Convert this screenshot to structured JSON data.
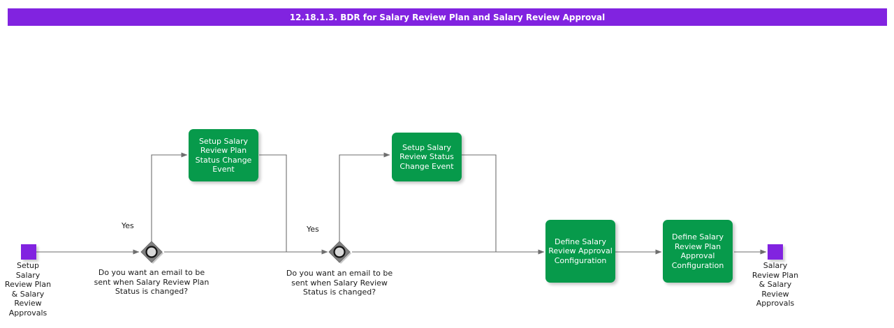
{
  "diagram": {
    "title": "12.18.1.3. BDR for Salary Review Plan and Salary Review Approval",
    "colors": {
      "title_bar": "#8123E0",
      "event": "#8123E0",
      "task": "#079A4B",
      "gateway": "#808080",
      "connector": "#595959",
      "text": "#1A1A1A",
      "task_text": "#FFFFFF"
    },
    "start_event": {
      "name": "start-event",
      "label": "Setup\nSalary\nReview Plan\n& Salary\nReview\nApprovals"
    },
    "end_event": {
      "name": "end-event",
      "label": "Salary\nReview Plan\n& Salary\nReview\nApprovals"
    },
    "gateways": [
      {
        "id": "gateway-1",
        "label": "Do you want an email to be\nsent when Salary Review Plan\nStatus is changed?",
        "branch_label": "Yes"
      },
      {
        "id": "gateway-2",
        "label": "Do you want an email to be\nsent when Salary Review\nStatus is changed?",
        "branch_label": "Yes"
      }
    ],
    "tasks": [
      {
        "id": "task-setup-salary-review-plan-status-change-event",
        "label": "Setup Salary\nReview Plan\nStatus Change\nEvent"
      },
      {
        "id": "task-setup-salary-review-status-change-event",
        "label": "Setup Salary\nReview Status\nChange Event"
      },
      {
        "id": "task-define-salary-review-approval-configuration",
        "label": "Define Salary\nReview Approval\nConfiguration"
      },
      {
        "id": "task-define-salary-review-plan-approval-configuration",
        "label": "Define Salary\nReview Plan\nApproval\nConfiguration"
      }
    ]
  }
}
